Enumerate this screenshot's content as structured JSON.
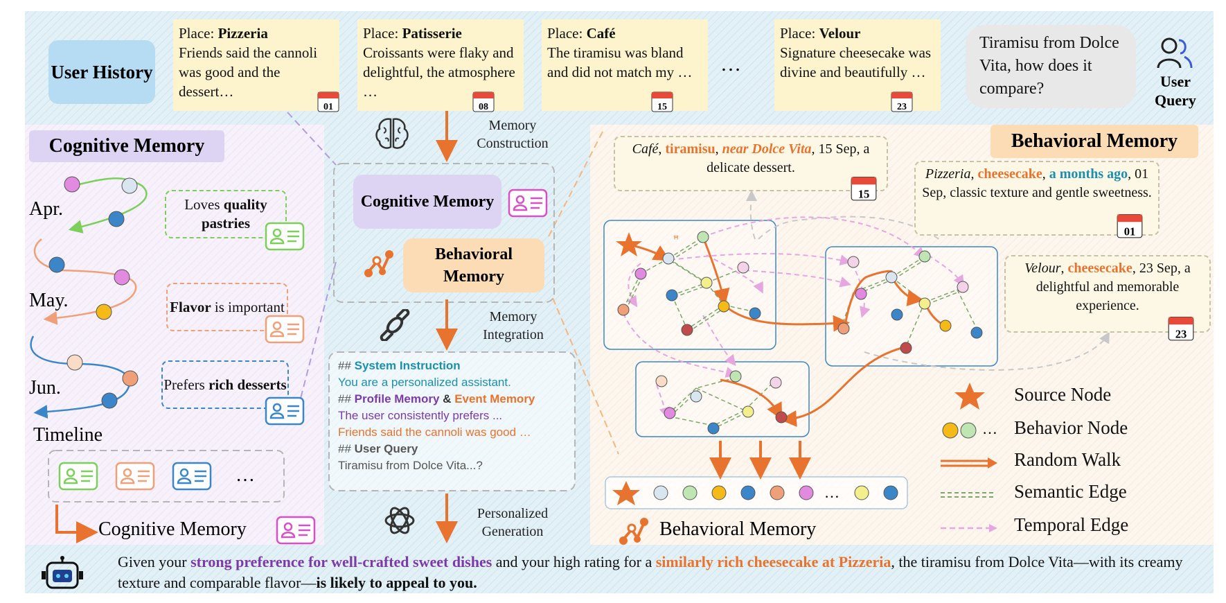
{
  "header": {
    "user_history_label": "User History",
    "notes": [
      {
        "prefix": "Place: ",
        "place": "Pizzeria",
        "text": "Friends said the cannoli was good and the dessert…",
        "day": "01"
      },
      {
        "prefix": "Place: ",
        "place": "Patisserie",
        "text": "Croissants were flaky and delightful, the atmosphere …",
        "day": "08"
      },
      {
        "prefix": "Place: ",
        "place": "Café",
        "text": "The tiramisu was bland and did not match my …",
        "day": "15"
      },
      {
        "prefix": "Place: ",
        "place": "Velour",
        "text": "Signature cheesecake was divine and beautifully …",
        "day": "23"
      }
    ],
    "ellipsis": "…",
    "query_bubble": "Tiramisu from Dolce Vita, how does it compare?",
    "user_query_label": "User Query"
  },
  "cognitive": {
    "title": "Cognitive Memory",
    "months": [
      "Apr.",
      "May.",
      "Jun."
    ],
    "timeline_label": "Timeline",
    "profile_boxes": [
      {
        "pre": "Loves ",
        "bold": "quality pastries",
        "post": ""
      },
      {
        "pre": "",
        "bold": "Flavor",
        "post": " is important"
      },
      {
        "pre": "Prefers ",
        "bold": "rich desserts",
        "post": ""
      }
    ],
    "cards_ellipsis": "…",
    "footer_label": "Cognitive Memory"
  },
  "center": {
    "memory_construction": "Memory Construction",
    "cognitive_pill": "Cognitive Memory",
    "behavioral_pill": "Behavioral Memory",
    "memory_integration": "Memory Integration",
    "prompt": {
      "hash": "## ",
      "system_instruction": "System Instruction",
      "system_text": "You are a personalized assistant.",
      "profile_memory": "Profile Memory",
      "amp": " & ",
      "event_memory": "Event Memory",
      "profile_text": "The user consistently prefers ...",
      "event_text": "Friends said the cannoli was good …",
      "user_query": "User Query",
      "query_text": "Tiramisu from Dolce Vita...?"
    },
    "personalized_generation": "Personalized Generation"
  },
  "behavioral": {
    "title": "Behavioral Memory",
    "events": [
      {
        "place": "Café",
        "sep1": ", ",
        "item": "tiramisu",
        "sep2": ", ",
        "extra": "near Dolce Vita",
        "rest": ", 15 Sep, a delicate dessert.",
        "day": "15"
      },
      {
        "place": "Pizzeria",
        "sep1": ", ",
        "item": "cheesecake",
        "sep2": ", ",
        "extra": "a months ago",
        "rest": ", 01 Sep, classic texture and gentle sweetness.",
        "day": "01"
      },
      {
        "place": "Velour",
        "sep1": ", ",
        "item": "cheesecake",
        "sep2": "",
        "extra": "",
        "rest": ", 23 Sep, a delightful and memorable experience.",
        "day": "23"
      }
    ],
    "sequence_ellipsis": "…",
    "bottom_label": "Behavioral Memory",
    "legend": [
      {
        "label": "Source Node"
      },
      {
        "label": "Behavior Node",
        "ellipsis": "…"
      },
      {
        "label": "Random Walk"
      },
      {
        "label": "Semantic Edge"
      },
      {
        "label": "Temporal Edge"
      }
    ]
  },
  "response": {
    "part1": "Given your ",
    "purple": "strong preference for well-crafted sweet dishes",
    "part2": " and your high rating for a ",
    "orange": "similarly rich cheesecake at Pizzeria",
    "part3": ", the tiramisu from Dolce Vita—with its creamy texture and comparable flavor—",
    "bold": "is likely to appeal to you."
  },
  "colors": {
    "orange": "#e8732e",
    "purple": "#7b3aa8",
    "teal": "#1a8fb0",
    "cognitive_bg": "#ddd3f3",
    "behavioral_bg": "#fbdcb5",
    "user_history_bg": "#b6dcf3",
    "note_bg": "#fdf3cc",
    "green": "#7ccf5a",
    "salmon": "#f0a078",
    "blue": "#3a86c8",
    "pink": "#d84fc6"
  },
  "icons": [
    "brain-icon",
    "graph-icon",
    "link-icon",
    "openai-icon",
    "robot-icon",
    "user-icon",
    "id-card-icon",
    "calendar-icon",
    "star-icon"
  ]
}
